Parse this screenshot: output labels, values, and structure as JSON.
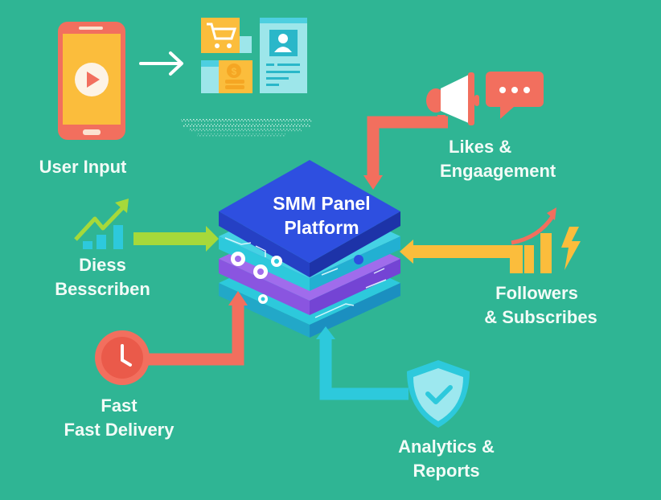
{
  "diagram": {
    "center": {
      "title_line1": "SMM Panel",
      "title_line2": "Platform"
    },
    "nodes": {
      "user_input": {
        "label": "User Input",
        "icon": "smartphone-play-icon"
      },
      "likes": {
        "line1": "Likes &",
        "line2": "Engaagement",
        "icon": "megaphone-chat-icon"
      },
      "describe": {
        "line1": "Diess",
        "line2": "Besscriben",
        "icon": "growth-chart-icon"
      },
      "followers": {
        "line1": "Followers",
        "line2": "& Subscribes",
        "icon": "bar-chart-lightning-icon"
      },
      "fast": {
        "line1": "Fast",
        "line2": "Fast Delivery",
        "icon": "clock-icon"
      },
      "analytics": {
        "line1": "Analytics &",
        "line2": "Reports",
        "icon": "shield-check-icon"
      }
    },
    "colors": {
      "background": "#2fb594",
      "coral": "#f26f5e",
      "yellow": "#fbbd3c",
      "lime": "#a6d93a",
      "cyan": "#2dc9dc",
      "blue": "#2e4fe0",
      "purple": "#8a55e0"
    }
  }
}
